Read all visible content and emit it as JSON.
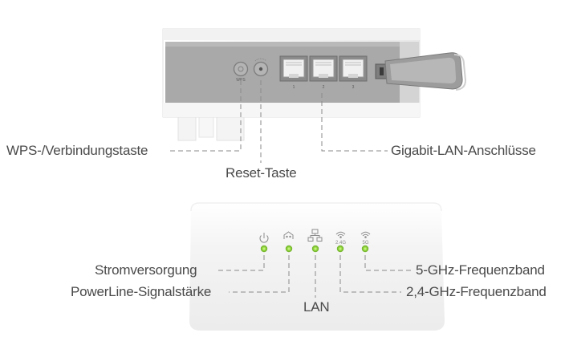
{
  "device_top": {
    "wps_button_caption": "WPS",
    "lan_ports": [
      {
        "number": "1"
      },
      {
        "number": "2"
      },
      {
        "number": "3"
      }
    ]
  },
  "device_front": {
    "led_captions": {
      "band_24": "2.4G",
      "band_5": "5G"
    }
  },
  "callouts": {
    "wps": "WPS-/Verbindungstaste",
    "reset": "Reset-Taste",
    "gigabit_lan": "Gigabit-LAN-Anschlüsse",
    "power": "Stromversorgung",
    "powerline_signal": "PowerLine-Signalstärke",
    "lan": "LAN",
    "band_5": "5-GHz-Frequenzband",
    "band_24": "2,4-GHz-Frequenzband"
  },
  "colors": {
    "led_green": "#8fd43a",
    "leader_line": "#8a8a8a",
    "device_grey": "#a9a9a9"
  }
}
